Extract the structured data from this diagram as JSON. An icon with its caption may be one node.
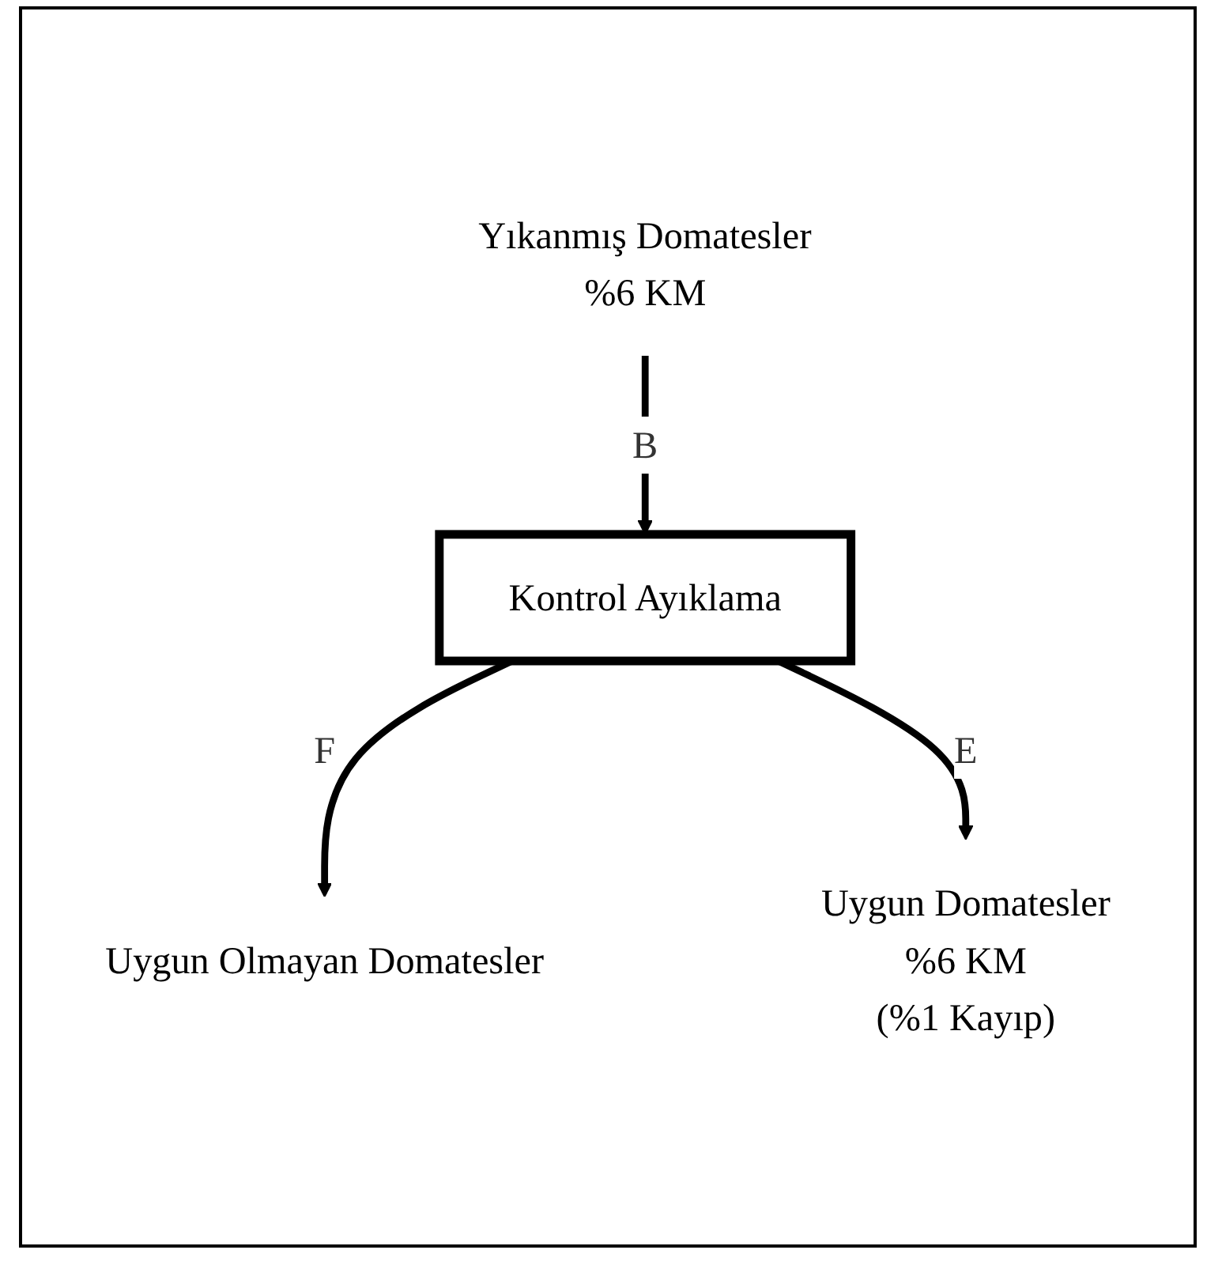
{
  "diagram": {
    "nodes": [
      {
        "text": [
          "Yıkanmış Domatesler",
          "%6 KM"
        ]
      },
      {
        "text": [
          "Kontrol Ayıklama"
        ]
      },
      {
        "text": [
          "Uygun Olmayan Domatesler"
        ]
      },
      {
        "text": [
          "Uygun Domatesler",
          "%6 KM",
          "(%1 Kayıp)"
        ]
      }
    ],
    "edges": [
      {
        "from": 0,
        "to": 1,
        "arrow": "to",
        "label": "B"
      },
      {
        "from": 1,
        "to": 2,
        "arrow": "to",
        "label": "F"
      },
      {
        "from": 1,
        "to": 3,
        "arrow": "to",
        "label": "E"
      }
    ]
  }
}
